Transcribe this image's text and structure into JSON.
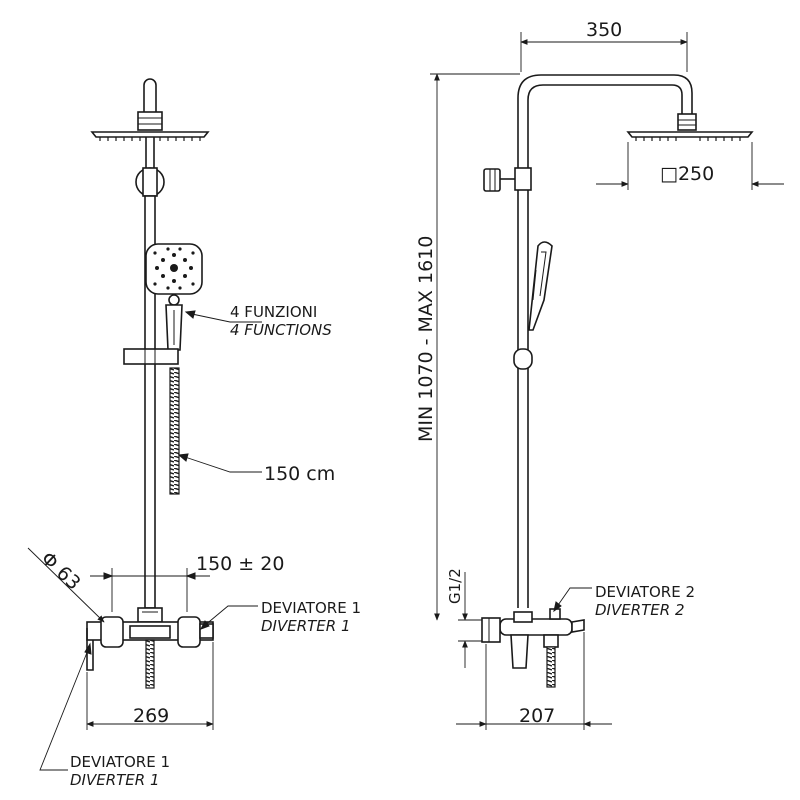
{
  "colors": {
    "line": "#1a1a1a",
    "background": "#ffffff"
  },
  "front_view": {
    "hand_shower_label": "4 FUNZIONI",
    "hand_shower_label_en": "4 FUNCTIONS",
    "hose_length": "150 cm",
    "mixer_diameter": "Φ 63",
    "inlet_centres": "150 ± 20",
    "diverter_label": "DEVIATORE 1",
    "diverter_label_en": "DIVERTER 1",
    "body_width": "269",
    "bottom_diverter_label": "DEVIATORE 1",
    "bottom_diverter_label_en": "DIVERTER 1"
  },
  "side_view": {
    "arm_projection": "350",
    "head_size": "□250",
    "height_range": "MIN 1070  -  MAX 1610",
    "thread": "G1/2",
    "diverter_label": "DEVIATORE 2",
    "diverter_label_en": "DIVERTER 2",
    "body_depth": "207"
  }
}
